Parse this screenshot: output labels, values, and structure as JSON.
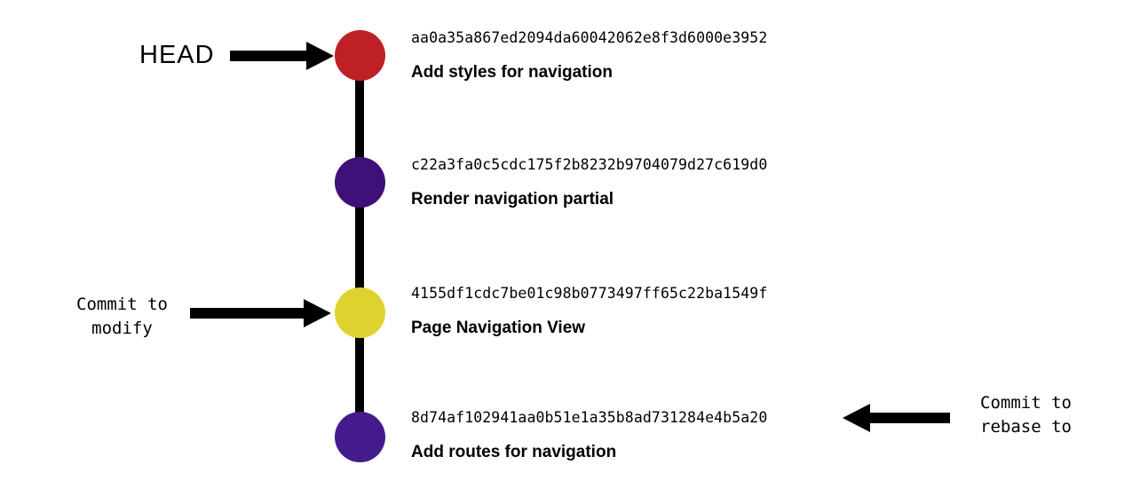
{
  "diagram": {
    "title": "git commit history with rebase annotations",
    "background_color": "#ffffff",
    "spine_color": "#000000",
    "text_color": "#000000"
  },
  "commits": [
    {
      "hash": "aa0a35a867ed2094da60042062e8f3d6000e3952",
      "message": "Add styles for navigation",
      "color": "#BE2026",
      "color_name": "red"
    },
    {
      "hash": "c22a3fa0c5cdc175f2b8232b9704079d27c619d0",
      "message": "Render navigation partial",
      "color": "#3F1078",
      "color_name": "dark-purple"
    },
    {
      "hash": "4155df1cdc7be01c98b0773497ff65c22ba1549f",
      "message": "Page Navigation View",
      "color": "#E0D22E",
      "color_name": "yellow"
    },
    {
      "hash": "8d74af102941aa0b51e1a35b8ad731284e4b5a20",
      "message": "Add routes for navigation",
      "color": "#451B8C",
      "color_name": "purple"
    }
  ],
  "annotations": {
    "head": {
      "label": "HEAD",
      "target_commit_index": 0,
      "arrow_direction": "right"
    },
    "modify": {
      "label": "Commit to\nmodify",
      "target_commit_index": 2,
      "arrow_direction": "right"
    },
    "rebase": {
      "label": "Commit to\nrebase to",
      "target_commit_index": 3,
      "arrow_direction": "left"
    }
  }
}
